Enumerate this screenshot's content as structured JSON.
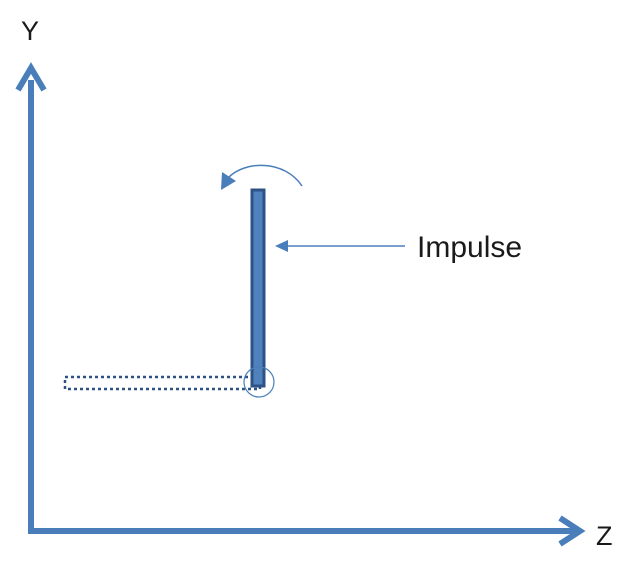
{
  "axes": {
    "y_label": "Y",
    "z_label": "Z"
  },
  "annotation": {
    "impulse_label": "Impulse"
  },
  "colors": {
    "axis": "#4a7ebb",
    "rod_fill": "#4f81bd",
    "rod_stroke": "#2e5286",
    "arrow": "#4a7ebb",
    "text": "#1a1a1a"
  },
  "icons": {
    "rotation": "curved-arrow-icon",
    "pivot": "pivot-circle-icon"
  }
}
